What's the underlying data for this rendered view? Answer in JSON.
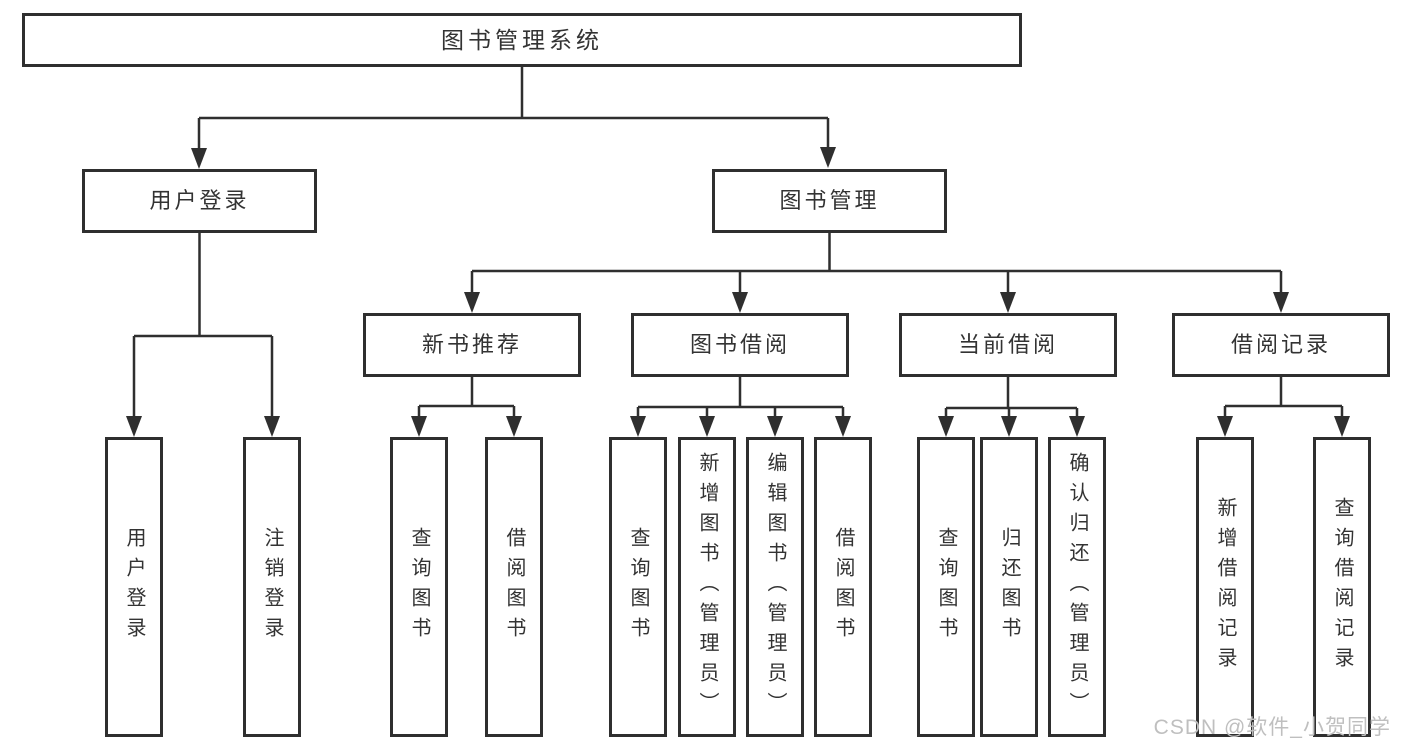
{
  "diagram": {
    "root": {
      "label": "图书管理系统"
    },
    "level2": [
      {
        "id": "user-login",
        "label": "用户登录"
      },
      {
        "id": "book-management",
        "label": "图书管理"
      }
    ],
    "level3": [
      {
        "id": "new-book-recommendation",
        "parent": "图书管理",
        "label": "新书推荐"
      },
      {
        "id": "book-borrowing",
        "parent": "图书管理",
        "label": "图书借阅"
      },
      {
        "id": "current-borrowing",
        "parent": "图书管理",
        "label": "当前借阅"
      },
      {
        "id": "borrowing-records",
        "parent": "图书管理",
        "label": "借阅记录"
      }
    ],
    "leaves": [
      {
        "parent": "用户登录",
        "label": "用户登录"
      },
      {
        "parent": "用户登录",
        "label": "注销登录"
      },
      {
        "parent": "新书推荐",
        "label": "查询图书"
      },
      {
        "parent": "新书推荐",
        "label": "借阅图书"
      },
      {
        "parent": "图书借阅",
        "label": "查询图书"
      },
      {
        "parent": "图书借阅",
        "label": "新增图书（管理员）"
      },
      {
        "parent": "图书借阅",
        "label": "编辑图书（管理员）"
      },
      {
        "parent": "图书借阅",
        "label": "借阅图书"
      },
      {
        "parent": "当前借阅",
        "label": "查询图书"
      },
      {
        "parent": "当前借阅",
        "label": "归还图书"
      },
      {
        "parent": "当前借阅",
        "label": "确认归还（管理员）"
      },
      {
        "parent": "借阅记录",
        "label": "新增借阅记录"
      },
      {
        "parent": "借阅记录",
        "label": "查询借阅记录"
      }
    ],
    "colors": {
      "line": "#2f2f2f",
      "text": "#333333",
      "background": "#ffffff"
    }
  },
  "watermark": {
    "text": "CSDN @软件_小贺同学",
    "color": "#bfbfbf"
  }
}
